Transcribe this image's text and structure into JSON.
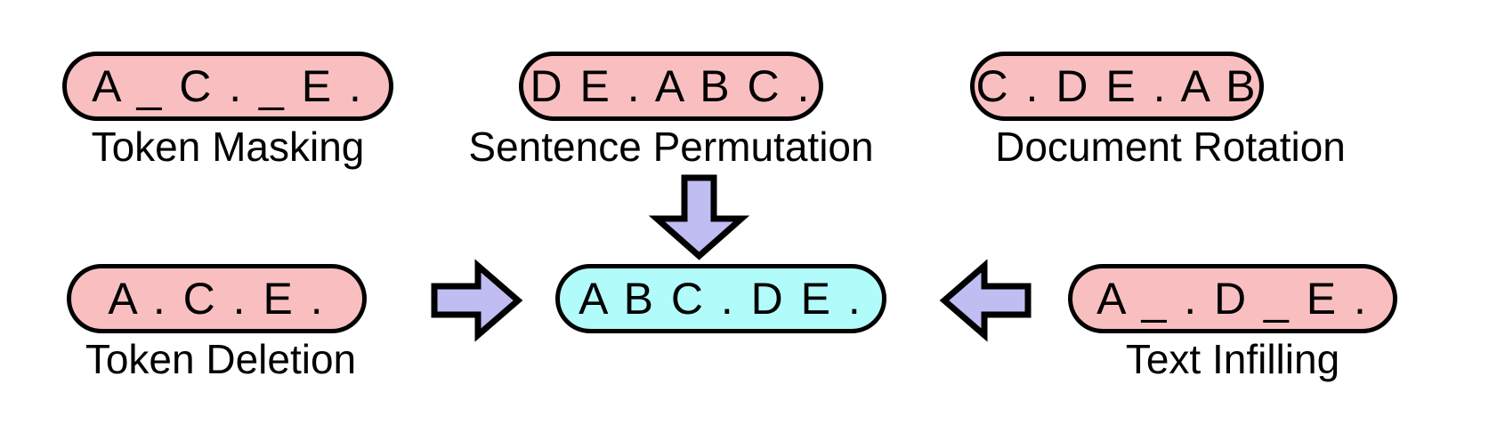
{
  "figure": {
    "background_color": "#ffffff",
    "box_fill_pink": "#f9bfc0",
    "box_fill_cyan": "#b2fbfb",
    "box_stroke": "#000000",
    "arrow_fill": "#bfbdf2",
    "arrow_stroke": "#000000"
  },
  "boxes": {
    "token_masking": {
      "text": "A _ C .  _ E .",
      "caption": "Token Masking"
    },
    "sentence_permutation": {
      "text": "D E . A B C .",
      "caption": "Sentence Permutation"
    },
    "document_rotation": {
      "text": "C . D E . A B",
      "caption": "Document Rotation"
    },
    "token_deletion": {
      "text": "A . C . E .",
      "caption": "Token Deletion"
    },
    "text_infilling": {
      "text": "A _ . D _ E .",
      "caption": "Text Infilling"
    },
    "target": {
      "text": "A B C . D E .",
      "caption": ""
    }
  },
  "arrows": {
    "down": {
      "name": "arrow-down-to-target",
      "direction": "down"
    },
    "right": {
      "name": "arrow-right-to-target",
      "direction": "right"
    },
    "left": {
      "name": "arrow-left-to-target",
      "direction": "left"
    }
  }
}
